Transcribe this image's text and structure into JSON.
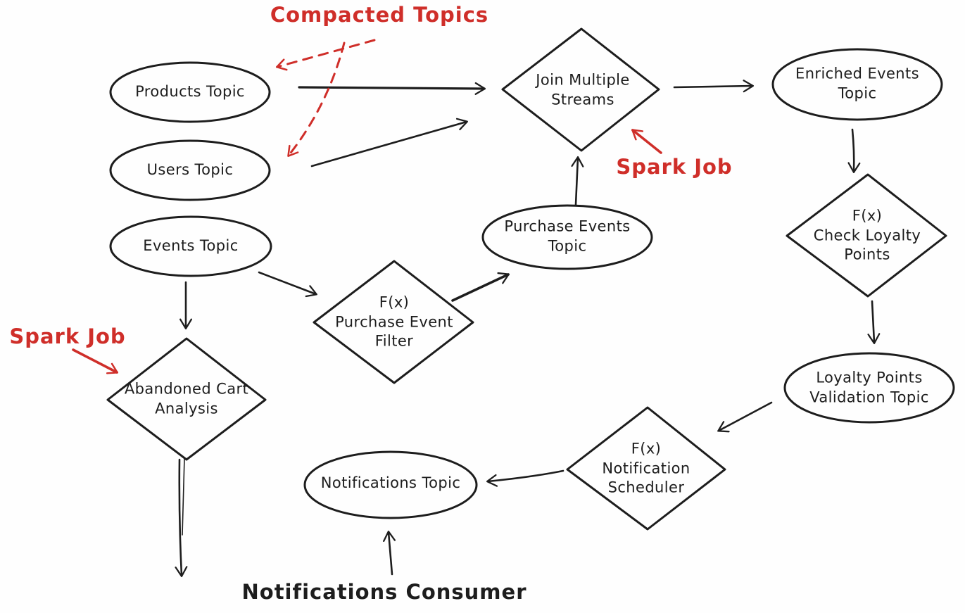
{
  "colors": {
    "ink": "#1d1d1d",
    "red": "#cf2e29",
    "background": "#fefefe"
  },
  "nodes": {
    "products_topic": {
      "label": "Products Topic",
      "shape": "ellipse"
    },
    "users_topic": {
      "label": "Users Topic",
      "shape": "ellipse"
    },
    "events_topic": {
      "label": "Events Topic",
      "shape": "ellipse"
    },
    "join_multiple_streams": {
      "label": "Join Multiple\nStreams",
      "shape": "diamond"
    },
    "enriched_events_topic": {
      "label": "Enriched Events\nTopic",
      "shape": "ellipse"
    },
    "purchase_event_filter": {
      "label": "F(x)\nPurchase Event\nFilter",
      "shape": "diamond"
    },
    "purchase_events_topic": {
      "label": "Purchase Events\nTopic",
      "shape": "ellipse"
    },
    "check_loyalty_points": {
      "label": "F(x)\nCheck Loyalty\nPoints",
      "shape": "diamond"
    },
    "loyalty_points_validation_topic": {
      "label": "Loyalty Points\nValidation Topic",
      "shape": "ellipse"
    },
    "notification_scheduler": {
      "label": "F(x)\nNotification\nScheduler",
      "shape": "diamond"
    },
    "notifications_topic": {
      "label": "Notifications Topic",
      "shape": "ellipse"
    },
    "abandoned_cart_analysis": {
      "label": "Abandoned Cart\nAnalysis",
      "shape": "diamond"
    }
  },
  "annotations": {
    "compacted_topics": {
      "label": "Compacted Topics",
      "color": "red"
    },
    "spark_job_join": {
      "label": "Spark Job",
      "color": "red"
    },
    "spark_job_cart": {
      "label": "Spark Job",
      "color": "red"
    },
    "notifications_consumer": {
      "label": "Notifications Consumer",
      "color": "ink"
    }
  },
  "edges": [
    {
      "from": "Products Topic",
      "to": "Join Multiple Streams",
      "style": "solid-black"
    },
    {
      "from": "Users Topic",
      "to": "Join Multiple Streams",
      "style": "solid-black"
    },
    {
      "from": "Events Topic",
      "to": "Purchase Event Filter",
      "style": "solid-black"
    },
    {
      "from": "Events Topic",
      "to": "Abandoned Cart Analysis",
      "style": "solid-black"
    },
    {
      "from": "Purchase Event Filter",
      "to": "Purchase Events Topic",
      "style": "solid-black"
    },
    {
      "from": "Purchase Events Topic",
      "to": "Join Multiple Streams",
      "style": "solid-black"
    },
    {
      "from": "Join Multiple Streams",
      "to": "Enriched Events Topic",
      "style": "solid-black"
    },
    {
      "from": "Enriched Events Topic",
      "to": "Check Loyalty Points",
      "style": "solid-black"
    },
    {
      "from": "Check Loyalty Points",
      "to": "Loyalty Points Validation Topic",
      "style": "solid-black"
    },
    {
      "from": "Loyalty Points Validation Topic",
      "to": "Notification Scheduler",
      "style": "solid-black"
    },
    {
      "from": "Notification Scheduler",
      "to": "Notifications Topic",
      "style": "solid-black"
    },
    {
      "from": "Notifications Consumer",
      "to": "Notifications Topic",
      "style": "solid-black"
    },
    {
      "from": "Abandoned Cart Analysis",
      "to": "downstream (off-canvas)",
      "style": "solid-black"
    },
    {
      "from": "Compacted Topics",
      "to": "Products Topic",
      "style": "dashed-red"
    },
    {
      "from": "Compacted Topics",
      "to": "Users Topic",
      "style": "dashed-red"
    },
    {
      "from": "Spark Job (right)",
      "to": "Join Multiple Streams",
      "style": "solid-red"
    },
    {
      "from": "Spark Job (left)",
      "to": "Abandoned Cart Analysis",
      "style": "solid-red"
    }
  ]
}
